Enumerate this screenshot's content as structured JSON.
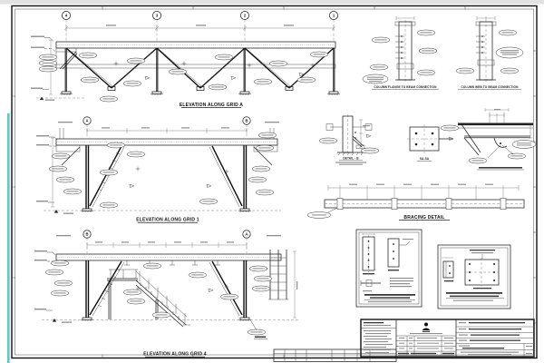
{
  "sheet": {
    "captions": {
      "elevation_a": "ELEVATION ALONG GRID A",
      "elevation_1": "ELEVATION ALONG GRID 1",
      "elevation_4": "ELEVATION ALONG GRID 4",
      "bracing_detail": "BRACING DETAIL",
      "detail_b": "DETAIL - B",
      "section_sa": "SA-SA",
      "col_flange_conn": "COLUMN FLANGE TO BEAM CONNECTION",
      "col_web_conn": "COLUMN WEB TO BEAM CONNECTION"
    },
    "grid_a_bubbles": [
      "4",
      "3",
      "2",
      "1"
    ],
    "grid_1_bubbles": [
      "A",
      "B"
    ],
    "grid_4_bubbles": [
      "B",
      "A"
    ],
    "colors": {
      "line": "#1f1f1f",
      "dim_line": "#6b6b6b",
      "hatch": "#a8a8a8",
      "teal_edge": "#63c5c5",
      "paper": "#ffffff"
    }
  }
}
